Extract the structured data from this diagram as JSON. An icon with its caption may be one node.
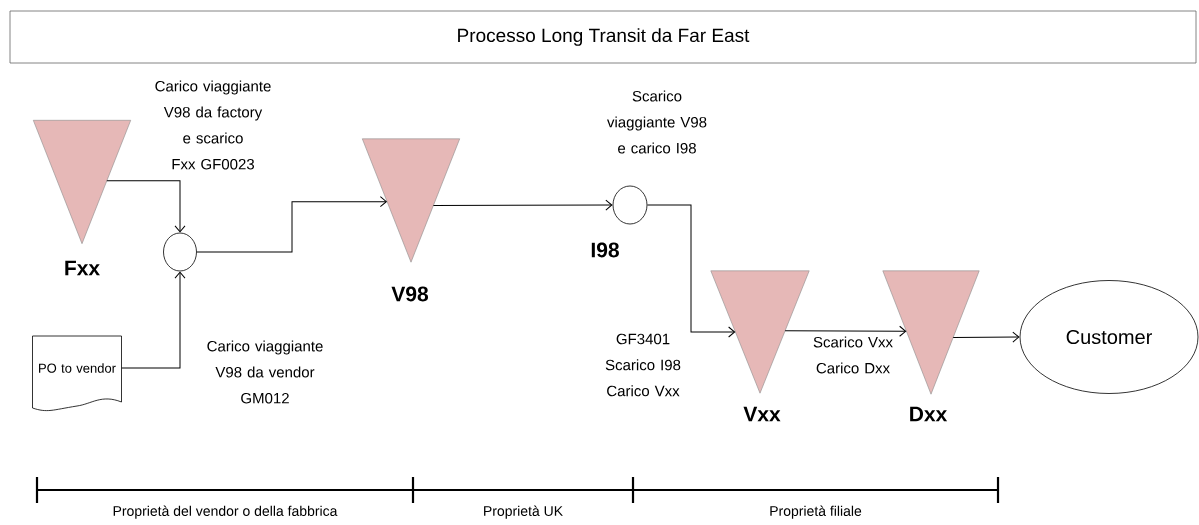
{
  "diagram": {
    "nodes": [
      {
        "text": [
          "Processo Long Transit da Far East"
        ]
      },
      {
        "text": [
          "Fxx"
        ]
      },
      {
        "text": [
          "PO to vendor"
        ]
      },
      {
        "text": [],
        "shape": "circle"
      },
      {
        "text": [
          "V98"
        ]
      },
      {
        "text": [
          "I98"
        ],
        "beside": [
          "Scarico viaggiante V98 e carico I98"
        ]
      },
      {
        "text": [
          "Vxx"
        ]
      },
      {
        "text": [
          "Dxx"
        ]
      },
      {
        "text": [
          "Customer"
        ]
      }
    ],
    "edges": [
      {
        "from": 1,
        "to": 3,
        "arrow": "to",
        "label": "Carico viaggiante V98 da factory e scarico Fxx GF0023"
      },
      {
        "from": 2,
        "to": 3,
        "arrow": "to",
        "label": "Carico viaggiante V98 da vendor GM012"
      },
      {
        "from": 3,
        "to": 4,
        "arrow": "to"
      },
      {
        "from": 4,
        "to": 5,
        "arrow": "to"
      },
      {
        "from": 5,
        "to": 6,
        "arrow": "to",
        "label": "GF3401 Scarico I98 Carico Vxx"
      },
      {
        "from": 6,
        "to": 7,
        "arrow": "to",
        "label": "Scarico Vxx Carico Dxx"
      },
      {
        "from": 7,
        "to": 8,
        "arrow": "to"
      }
    ],
    "labels": [
      "Proprietà del vendor o della fabbrica",
      "Proprietà UK",
      "Proprietà filiale"
    ]
  }
}
